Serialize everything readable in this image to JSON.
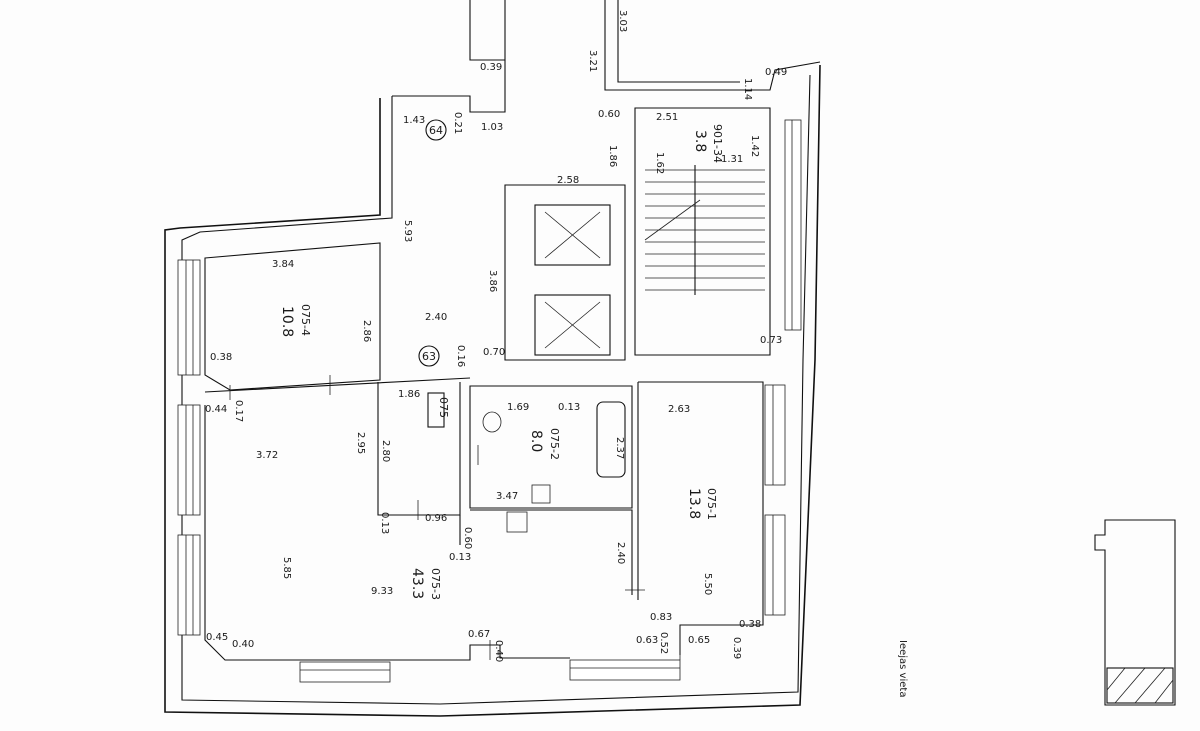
{
  "plan": {
    "dims": [
      "3.21",
      "3.03",
      "1.14",
      "0.49",
      "0.60",
      "2.51",
      "1.42",
      "1.86",
      "1.62",
      "1.31",
      "1.43",
      "0.21",
      "1.03",
      "2.58",
      "5.93",
      "3.84",
      "2.86",
      "2.40",
      "3.86",
      "0.38",
      "0.16",
      "0.70",
      "0.44",
      "0.17",
      "1.86",
      "1.69",
      "0.13",
      "2.63",
      "3.72",
      "2.95",
      "2.80",
      "2.37",
      "0.13",
      "0.96",
      "3.47",
      "0.60",
      "0.13",
      "2.40",
      "5.85",
      "9.33",
      "5.50",
      "0.83",
      "0.38",
      "0.45",
      "0.40",
      "0.67",
      "0.40",
      "0.63",
      "0.65",
      "0.39",
      "0.52",
      "0.73",
      "0.39"
    ],
    "rooms": [
      {
        "id": "075-4",
        "area": "10.8"
      },
      {
        "id": "075-3",
        "area": "43.3"
      },
      {
        "id": "075-2",
        "area": "8.0"
      },
      {
        "id": "075-1",
        "area": "13.8"
      },
      {
        "id": "901-34",
        "area": "3.8"
      },
      {
        "id": "075"
      }
    ],
    "axes": [
      "64",
      "63"
    ],
    "side_label": "Ieejas vieta"
  }
}
